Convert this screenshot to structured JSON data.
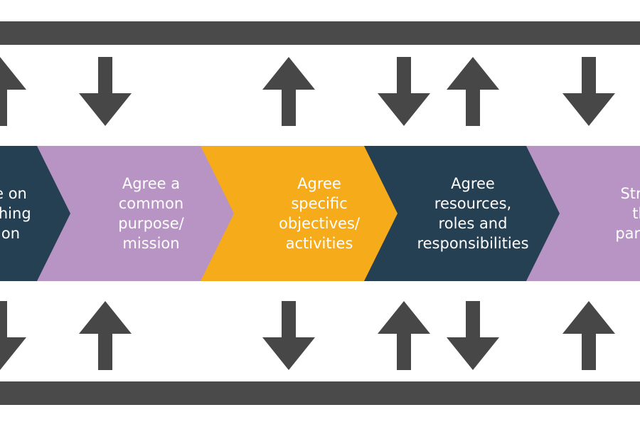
{
  "colors": {
    "bar": "#4a4a4a",
    "arrow": "#474747",
    "navy": "#253f53",
    "lilac": "#b894c4",
    "amber": "#f6ab1b",
    "text": "#ffffff"
  },
  "steps": [
    {
      "lines": [
        "e on",
        "ching",
        "on"
      ],
      "color": "navy"
    },
    {
      "lines": [
        "Agree a",
        "common",
        "purpose/",
        "mission"
      ],
      "color": "lilac"
    },
    {
      "lines": [
        "Agree",
        "specific",
        "objectives/",
        "activities"
      ],
      "color": "amber"
    },
    {
      "lines": [
        "Agree",
        "resources,",
        "roles and",
        "responsibilities"
      ],
      "color": "navy"
    },
    {
      "lines": [
        "Struc",
        "th",
        "partne"
      ],
      "color": "lilac"
    }
  ],
  "arrows_top": [
    "up",
    "down",
    "up",
    "down",
    "up",
    "down"
  ],
  "arrows_bottom": [
    "down",
    "up",
    "down",
    "up",
    "down",
    "up"
  ]
}
